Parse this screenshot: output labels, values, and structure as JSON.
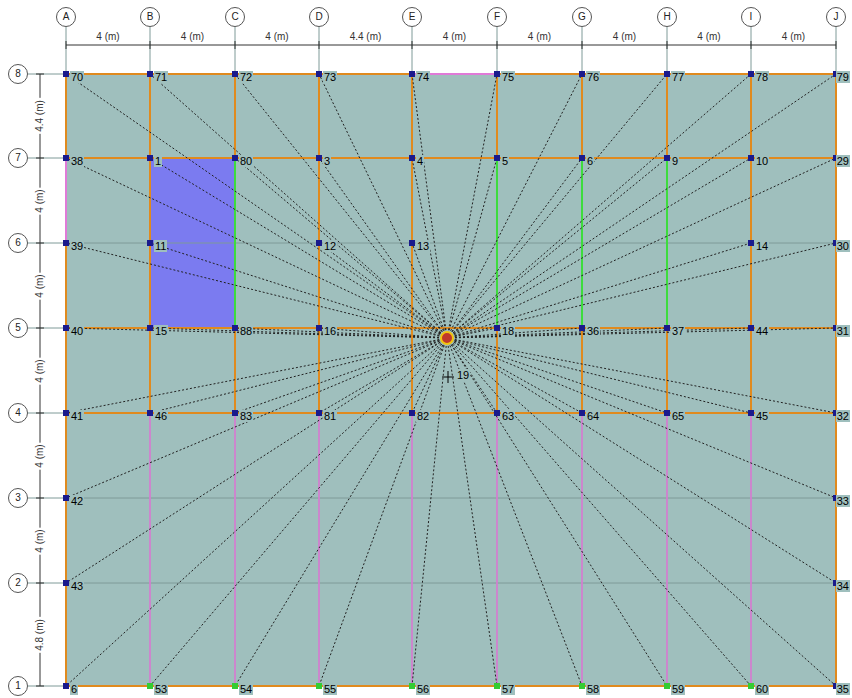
{
  "diagram": {
    "nodes": [
      {
        "text": [
          "A"
        ]
      },
      {
        "text": [
          "B"
        ]
      },
      {
        "text": [
          "C"
        ]
      },
      {
        "text": [
          "D"
        ]
      },
      {
        "text": [
          "E"
        ]
      },
      {
        "text": [
          "F"
        ]
      },
      {
        "text": [
          "G"
        ]
      },
      {
        "text": [
          "H"
        ]
      },
      {
        "text": [
          "I"
        ]
      },
      {
        "text": [
          "J"
        ]
      },
      {
        "text": [
          "8"
        ]
      },
      {
        "text": [
          "7"
        ]
      },
      {
        "text": [
          "6"
        ]
      },
      {
        "text": [
          "5"
        ]
      },
      {
        "text": [
          "4"
        ]
      },
      {
        "text": [
          "3"
        ]
      },
      {
        "text": [
          "2"
        ]
      },
      {
        "text": [
          "1"
        ]
      }
    ],
    "edges": [],
    "labels": [
      "4 (m)",
      "4 (m)",
      "4 (m)",
      "4.4 (m)",
      "4 (m)",
      "4 (m)",
      "4 (m)",
      "4 (m)",
      "4 (m)",
      "4.4 (m)",
      "4 (m)",
      "4 (m)",
      "4 (m)",
      "4 (m)",
      "4 (m)",
      "4.8 (m)",
      "70",
      "71",
      "72",
      "73",
      "74",
      "75",
      "76",
      "77",
      "78",
      "79",
      "38",
      "1",
      "80",
      "3",
      "4",
      "5",
      "6",
      "9",
      "10",
      "29",
      "39",
      "11",
      "12",
      "13",
      "14",
      "30",
      "40",
      "15",
      "88",
      "16",
      "18",
      "36",
      "37",
      "44",
      "31",
      "41",
      "46",
      "83",
      "81",
      "82",
      "63",
      "64",
      "65",
      "45",
      "32",
      "42",
      "33",
      "43",
      "34",
      "6",
      "53",
      "54",
      "55",
      "56",
      "57",
      "58",
      "59",
      "60",
      "35",
      "19"
    ]
  }
}
